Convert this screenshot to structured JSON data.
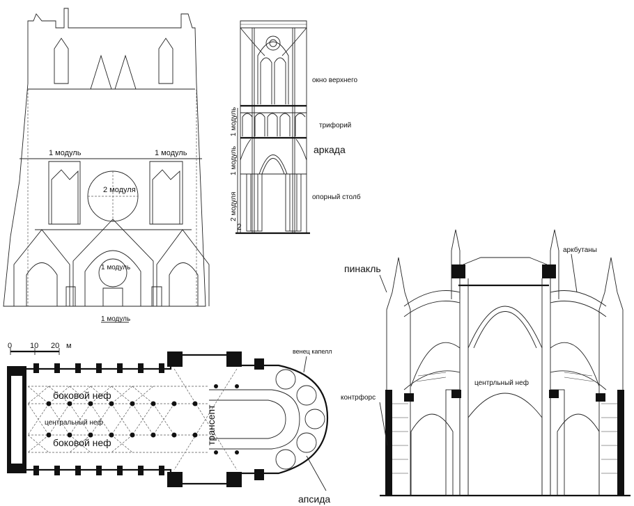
{
  "facade": {
    "module_left": "1 модуль",
    "module_right": "1 модуль",
    "rose_modules": "2 модуля",
    "portal_module": "1 модуль",
    "bottom_module": "1 модуль"
  },
  "elevation": {
    "clerestory": "окно верхнего",
    "triforium": "трифорий",
    "arcade": "аркада",
    "pier": "опорный столб",
    "module_1": "1 модуль",
    "module_2": "1 модуль",
    "module_3": "2 модуля",
    "number": "2"
  },
  "plan": {
    "scale": [
      "0",
      "10",
      "20",
      "м"
    ],
    "chapels": "венец капелл",
    "aisle_top": "боковой неф",
    "nave": "центральный неф",
    "aisle_bottom": "боковой неф",
    "transept": "трансепт",
    "apse": "апсида"
  },
  "section": {
    "pinnacle": "пинакль",
    "flying_buttresses": "аркбутаны",
    "buttress": "контрфорс",
    "nave": "центрльный неф"
  }
}
